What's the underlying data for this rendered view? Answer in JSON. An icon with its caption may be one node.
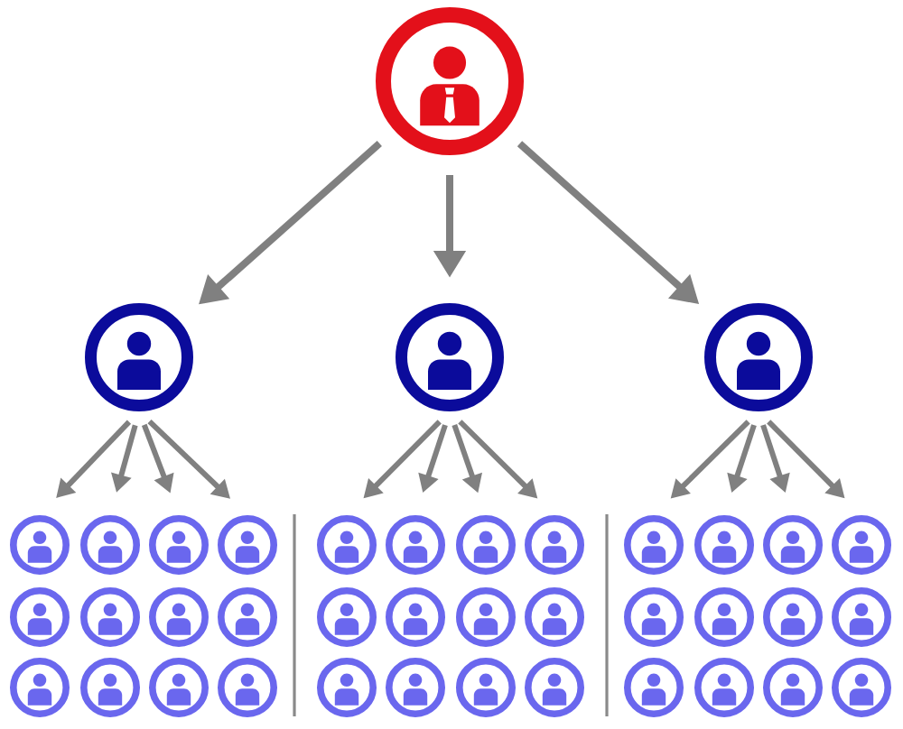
{
  "diagram": {
    "nodes": [
      {
        "text": [],
        "shape": "person"
      },
      {
        "text": [],
        "shape": "person"
      },
      {
        "text": [],
        "shape": "person"
      },
      {
        "text": [],
        "shape": "person"
      },
      {
        "text": [],
        "shape": "person"
      },
      {
        "text": [],
        "shape": "person"
      },
      {
        "text": [],
        "shape": "person"
      },
      {
        "text": [],
        "shape": "person"
      },
      {
        "text": [],
        "shape": "person"
      },
      {
        "text": [],
        "shape": "person"
      },
      {
        "text": [],
        "shape": "person"
      },
      {
        "text": [],
        "shape": "person"
      },
      {
        "text": [],
        "shape": "person"
      },
      {
        "text": [],
        "shape": "person"
      },
      {
        "text": [],
        "shape": "person"
      },
      {
        "text": [],
        "shape": "person"
      },
      {
        "text": [],
        "shape": "person"
      },
      {
        "text": [],
        "shape": "person"
      },
      {
        "text": [],
        "shape": "person"
      },
      {
        "text": [],
        "shape": "person"
      },
      {
        "text": [],
        "shape": "person"
      },
      {
        "text": [],
        "shape": "person"
      },
      {
        "text": [],
        "shape": "person"
      },
      {
        "text": [],
        "shape": "person"
      },
      {
        "text": [],
        "shape": "person"
      },
      {
        "text": [],
        "shape": "person"
      },
      {
        "text": [],
        "shape": "person"
      },
      {
        "text": [],
        "shape": "person"
      },
      {
        "text": [],
        "shape": "person"
      },
      {
        "text": [],
        "shape": "person"
      },
      {
        "text": [],
        "shape": "person"
      },
      {
        "text": [],
        "shape": "person"
      },
      {
        "text": [],
        "shape": "person"
      },
      {
        "text": [],
        "shape": "person"
      },
      {
        "text": [],
        "shape": "person"
      },
      {
        "text": [],
        "shape": "person"
      },
      {
        "text": [],
        "shape": "person"
      },
      {
        "text": [],
        "shape": "person"
      },
      {
        "text": [],
        "shape": "person"
      },
      {
        "text": [],
        "shape": "person"
      }
    ],
    "edges": [
      {
        "from": 0,
        "to": 1,
        "arrow": "to"
      },
      {
        "from": 0,
        "to": 2,
        "arrow": "to"
      },
      {
        "from": 0,
        "to": 3,
        "arrow": "to"
      },
      {
        "from": 1,
        "to": 4,
        "arrow": "to"
      },
      {
        "from": 1,
        "to": 5,
        "arrow": "to"
      },
      {
        "from": 1,
        "to": 6,
        "arrow": "to"
      },
      {
        "from": 1,
        "to": 7,
        "arrow": "to"
      },
      {
        "from": 2,
        "to": 8,
        "arrow": "to"
      },
      {
        "from": 2,
        "to": 9,
        "arrow": "to"
      },
      {
        "from": 2,
        "to": 10,
        "arrow": "to"
      },
      {
        "from": 2,
        "to": 11,
        "arrow": "to"
      },
      {
        "from": 3,
        "to": 12,
        "arrow": "to"
      },
      {
        "from": 3,
        "to": 13,
        "arrow": "to"
      },
      {
        "from": 3,
        "to": 14,
        "arrow": "to"
      },
      {
        "from": 3,
        "to": 15,
        "arrow": "to"
      }
    ]
  }
}
